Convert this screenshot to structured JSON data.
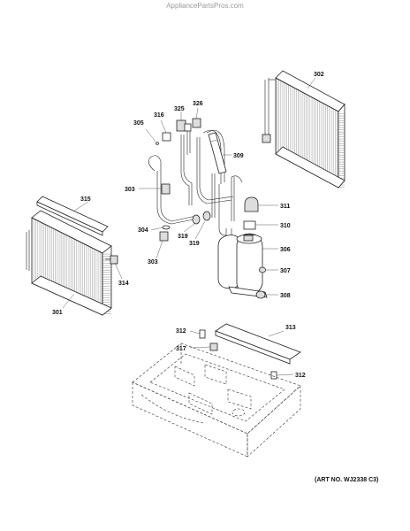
{
  "header": {
    "watermark": "AppliancePartsPros.com"
  },
  "footer": {
    "art_number": "(ART NO. WJ2338 C3)"
  },
  "callouts": [
    "301",
    "302",
    "303",
    "303",
    "304",
    "305",
    "306",
    "307",
    "308",
    "309",
    "310",
    "311",
    "312",
    "312",
    "313",
    "314",
    "315",
    "316",
    "317",
    "319",
    "319",
    "325",
    "326"
  ]
}
